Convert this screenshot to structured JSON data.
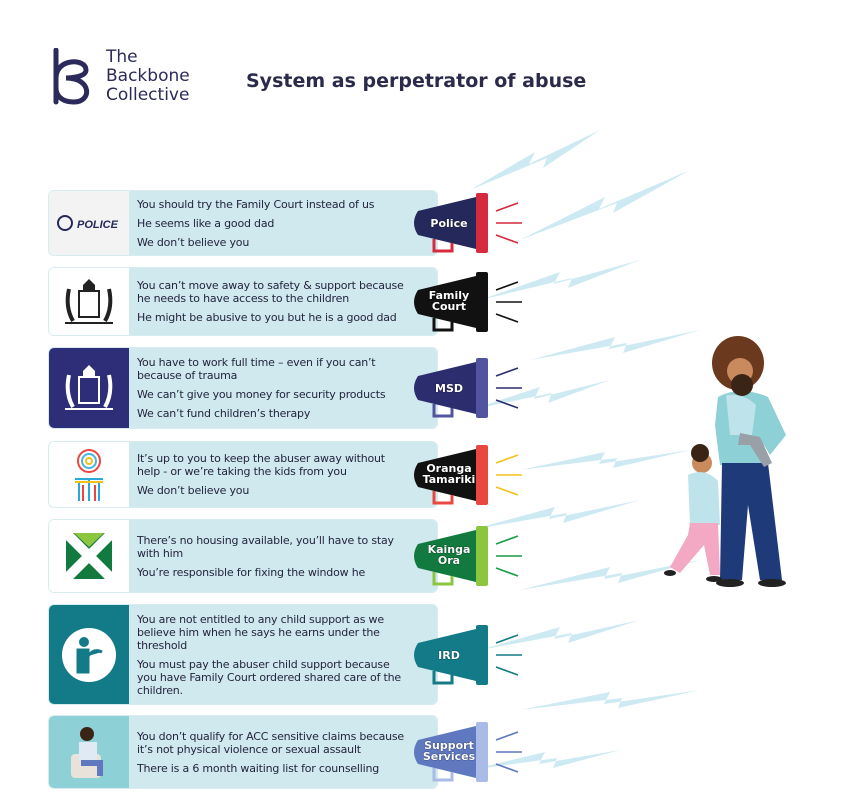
{
  "brand": {
    "lines": [
      "The",
      "Backbone",
      "Collective"
    ],
    "color": "#2b2a5a"
  },
  "title": "System as perpetrator of abuse",
  "colors": {
    "card_bg": "#cfe9ee",
    "bolt": "#cdeaf2"
  },
  "agencies": [
    {
      "name": "Police",
      "logo": "nz-police-logo",
      "logo_text": "POLICE",
      "logo_bg": "#f3f3f3",
      "mega_label": "Police",
      "mega_body": "#24285a",
      "mega_rim": "#d62a3f",
      "line_color": "#d62a3f",
      "statements": [
        "You should try the Family Court instead of us",
        "He seems like a good dad",
        "We don’t believe you"
      ]
    },
    {
      "name": "Family Court",
      "logo": "nz-coat-of-arms",
      "logo_bg": "#ffffff",
      "mega_label": "Family Court",
      "mega_body": "#111111",
      "mega_rim": "#111111",
      "line_color": "#111111",
      "statements": [
        "You can’t move away to safety & support because he needs to have access to the children",
        "He might be abusive to you but he is a good dad"
      ]
    },
    {
      "name": "MSD",
      "logo": "nz-coat-of-arms",
      "logo_bg": "#2e2d77",
      "mega_label": "MSD",
      "mega_body": "#2b2d6e",
      "mega_rim": "#5254a0",
      "line_color": "#2b2d6e",
      "statements": [
        "You have to work full time – even if you can’t because of trauma",
        "We can’t give you money for security products",
        "We can’t fund children’s therapy"
      ]
    },
    {
      "name": "Oranga Tamariki",
      "logo": "oranga-tamariki-logo",
      "logo_bg": "#ffffff",
      "mega_label": "Oranga Tamariki",
      "mega_body": "#111111",
      "mega_rim": "#e9473f",
      "line_color": "#f2c21b",
      "statements": [
        "It’s up to you to keep the abuser away without help - or we’re taking the kids from you",
        "We don’t believe you"
      ]
    },
    {
      "name": "Kainga Ora",
      "logo": "kainga-ora-logo",
      "logo_bg": "#ffffff",
      "mega_label": "Kainga Ora",
      "mega_body": "#127a3e",
      "mega_rim": "#8cc63f",
      "line_color": "#1a9a4a",
      "statements": [
        "There’s no housing available, you’ll have to stay with him",
        "You’re responsible for fixing the window he"
      ]
    },
    {
      "name": "IRD",
      "logo": "ird-logo",
      "logo_bg": "#137a87",
      "mega_label": "IRD",
      "mega_body": "#137a87",
      "mega_rim": "#137a87",
      "line_color": "#137a87",
      "statements": [
        "You are not entitled to any child support as we believe him when he says he earns under the threshold",
        "You must pay the abuser child support because you have Family Court ordered shared care of the children."
      ]
    },
    {
      "name": "Support Services",
      "logo": "counsellor-illustration",
      "logo_bg": "#8dd0d6",
      "mega_label": "Support Services",
      "mega_body": "#5f78c0",
      "mega_rim": "#a9bbe6",
      "line_color": "#5f78c0",
      "statements": [
        "You don’t qualify for ACC sensitive claims because it’s not physical violence or sexual assault",
        "There is a 6 month waiting list for counselling"
      ]
    }
  ]
}
